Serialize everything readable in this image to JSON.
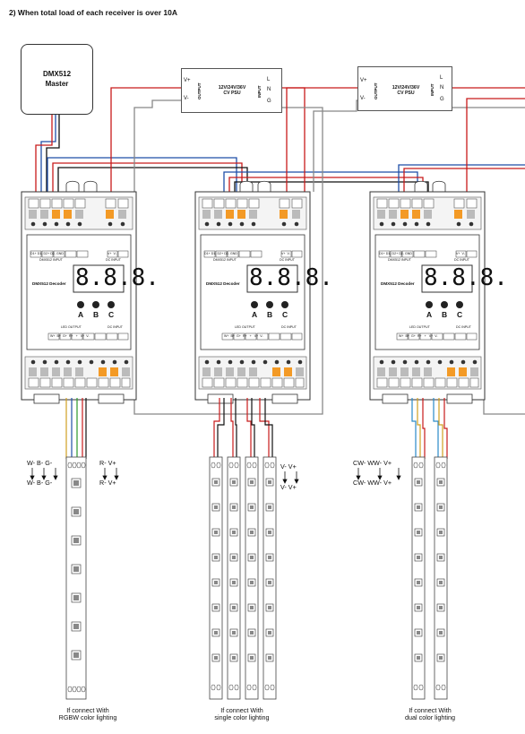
{
  "heading": "2) When total load of each receiver is over 10A",
  "master": {
    "line1": "DMX512",
    "line2": "Master"
  },
  "psu": {
    "output_label": "OUTPUT",
    "input_label": "INPUT",
    "v_plus": "V+",
    "v_minus": "V-",
    "l": "L",
    "n": "N",
    "g": "G",
    "title_line1": "12V/24V/36V",
    "title_line2": "CV PSU"
  },
  "decoder": {
    "name": "DMX512 Decoder",
    "display": "8.8.8.",
    "buttons": [
      "A",
      "B",
      "C"
    ],
    "dmx_input_label": "DMX512 INPUT",
    "dc_input_label": "DC INPUT",
    "led_output_label": "LED OUTPUT",
    "dmx_terms": [
      "D1+",
      "D1-",
      "D2+",
      "D2-",
      "GND"
    ],
    "dc_terms": [
      "V+",
      "V-"
    ],
    "out_terms": [
      "W+",
      "B+",
      "G+",
      "R+",
      "+",
      "V+",
      "V-"
    ]
  },
  "rgbw": {
    "left_top": "W-  B-  G-",
    "left_bottom": "W-  B-  G-",
    "right_top": "R-  V+",
    "right_bottom": "R-  V+",
    "caption_line1": "If connect With",
    "caption_line2": "RGBW color lighting"
  },
  "single": {
    "label_top": "V-  V+",
    "label_bottom": "V-  V+",
    "caption_line1": "If connect With",
    "caption_line2": "single color lighting"
  },
  "dual": {
    "label_top": "CW-  WW-  V+",
    "label_bottom": "CW-  WW-  V+",
    "caption_line1": "If connect With",
    "caption_line2": "dual color lighting"
  }
}
